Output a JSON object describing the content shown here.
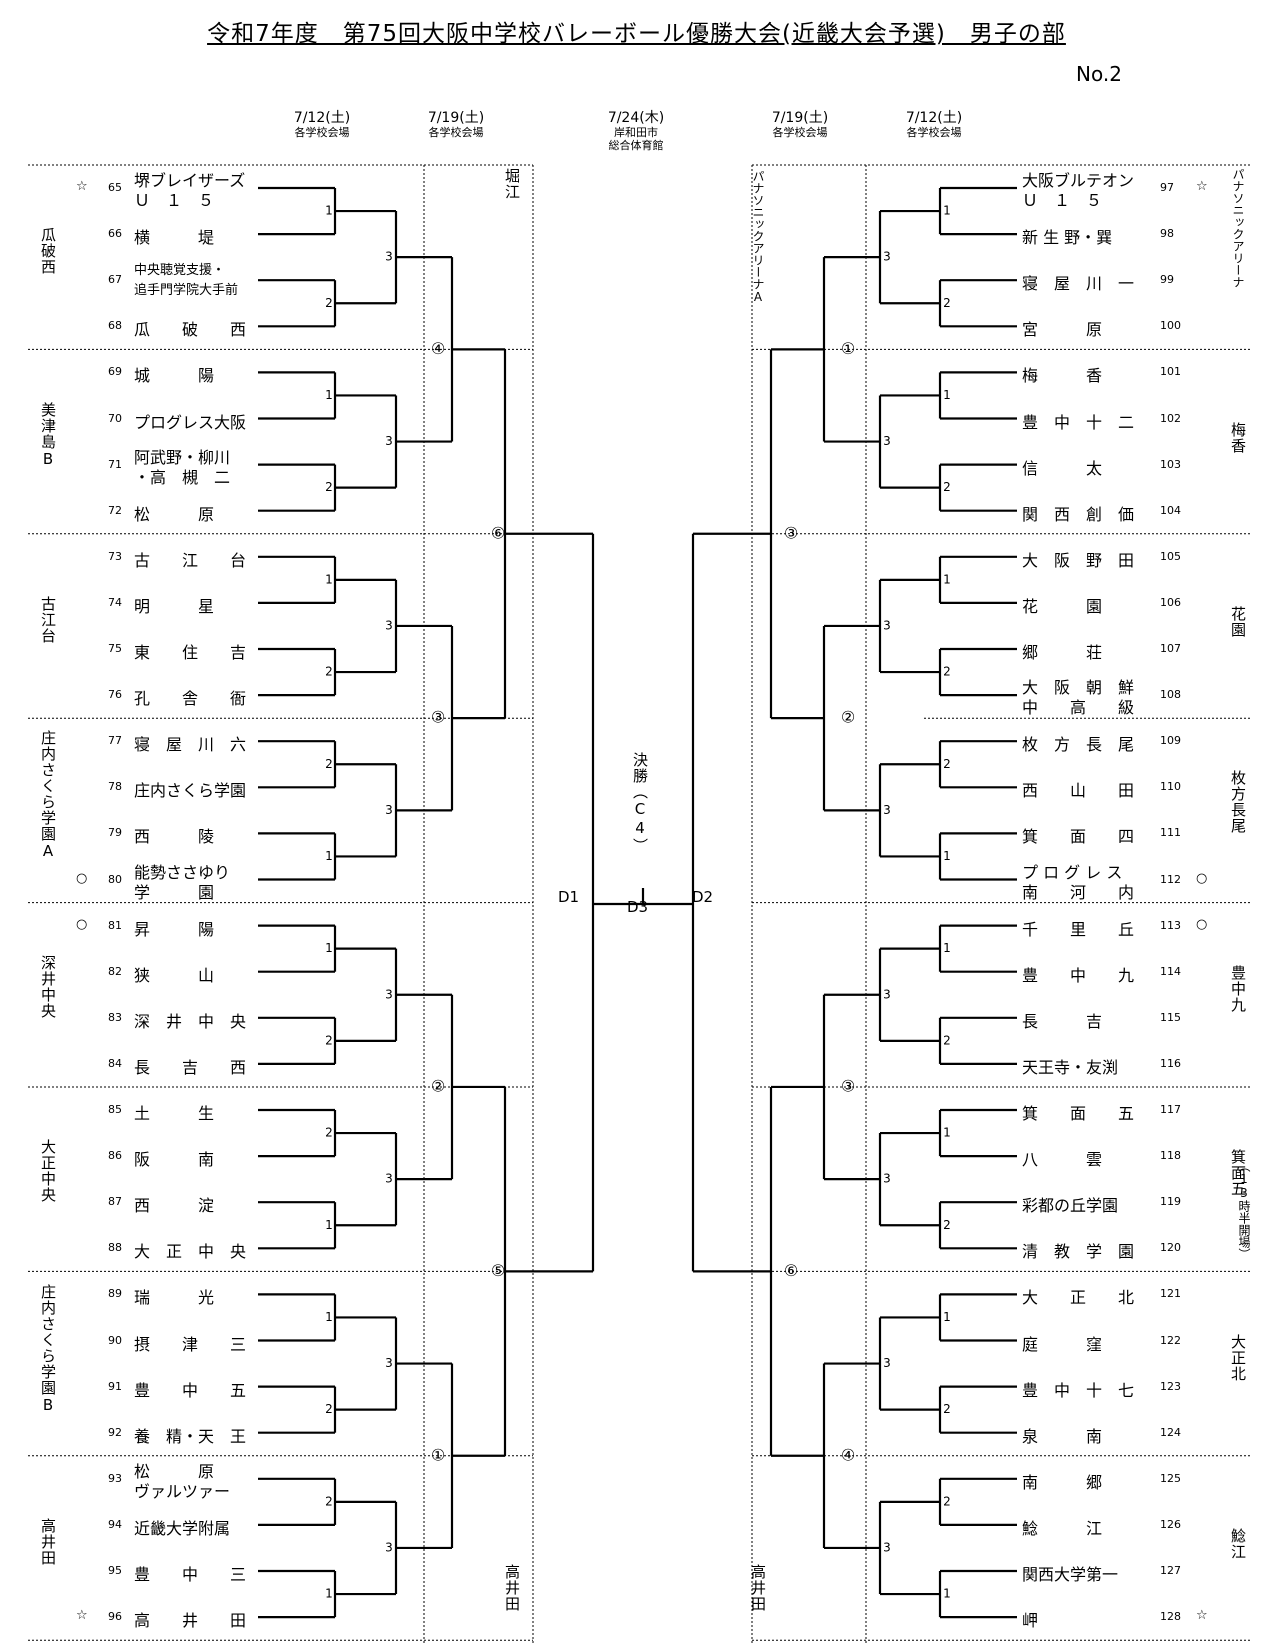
{
  "title": "令和7年度　第75回大阪中学校バレーボール優勝大会(近畿大会予選)　男子の部",
  "page_no": "No.2",
  "dates": {
    "left_r1": {
      "date": "7/12(土)",
      "venue": "各学校会場"
    },
    "left_r2": {
      "date": "7/19(土)",
      "venue": "各学校会場"
    },
    "center": {
      "date": "7/24(木)",
      "venue1": "岸和田市",
      "venue2": "総合体育館"
    },
    "right_r2": {
      "date": "7/19(土)",
      "venue": "各学校会場"
    },
    "right_r1": {
      "date": "7/12(土)",
      "venue": "各学校会場"
    }
  },
  "left_teams": [
    {
      "num": "65",
      "l1": "堺ブレイザーズ",
      "l2": "Ｕ　１　５",
      "mark": "☆"
    },
    {
      "num": "66",
      "l1": "横　　　堤"
    },
    {
      "num": "67",
      "l1": "中央聴覚支援・",
      "l2": "追手門学院大手前",
      "small": true
    },
    {
      "num": "68",
      "l1": "瓜　　破　　西"
    },
    {
      "num": "69",
      "l1": "城　　　陽"
    },
    {
      "num": "70",
      "l1": "プログレス大阪"
    },
    {
      "num": "71",
      "l1": "阿武野・柳川",
      "l2": "・高　槻　二"
    },
    {
      "num": "72",
      "l1": "松　　　原"
    },
    {
      "num": "73",
      "l1": "古　　江　　台"
    },
    {
      "num": "74",
      "l1": "明　　　星"
    },
    {
      "num": "75",
      "l1": "東　　住　　吉"
    },
    {
      "num": "76",
      "l1": "孔　　舎　　衙"
    },
    {
      "num": "77",
      "l1": "寝　屋　川　六"
    },
    {
      "num": "78",
      "l1": "庄内さくら学園"
    },
    {
      "num": "79",
      "l1": "西　　　陵"
    },
    {
      "num": "80",
      "l1": "能勢ささゆり",
      "l2": "学　　　園",
      "mark": "○"
    },
    {
      "num": "81",
      "l1": "昇　　　陽",
      "mark": "○"
    },
    {
      "num": "82",
      "l1": "狭　　　山"
    },
    {
      "num": "83",
      "l1": "深　井　中　央"
    },
    {
      "num": "84",
      "l1": "長　　吉　　西"
    },
    {
      "num": "85",
      "l1": "土　　　生"
    },
    {
      "num": "86",
      "l1": "阪　　　南"
    },
    {
      "num": "87",
      "l1": "西　　　淀"
    },
    {
      "num": "88",
      "l1": "大　正　中　央"
    },
    {
      "num": "89",
      "l1": "瑞　　　光"
    },
    {
      "num": "90",
      "l1": "摂　　津　　三"
    },
    {
      "num": "91",
      "l1": "豊　　中　　五"
    },
    {
      "num": "92",
      "l1": "養　精・天　王"
    },
    {
      "num": "93",
      "l1": "松　　　原",
      "l2": "ヴァルツァー"
    },
    {
      "num": "94",
      "l1": "近畿大学附属"
    },
    {
      "num": "95",
      "l1": "豊　　中　　三"
    },
    {
      "num": "96",
      "l1": "高　　井　　田",
      "mark": "☆"
    }
  ],
  "right_teams": [
    {
      "num": "97",
      "l1": "大阪ブルテオン",
      "l2": "Ｕ　１　５",
      "mark": "☆"
    },
    {
      "num": "98",
      "l1": "新 生 野・巽"
    },
    {
      "num": "99",
      "l1": "寝　屋　川　一"
    },
    {
      "num": "100",
      "l1": "宮　　　原"
    },
    {
      "num": "101",
      "l1": "梅　　　香"
    },
    {
      "num": "102",
      "l1": "豊　中　十　二"
    },
    {
      "num": "103",
      "l1": "信　　　太"
    },
    {
      "num": "104",
      "l1": "関　西　創　価"
    },
    {
      "num": "105",
      "l1": "大　阪　野　田"
    },
    {
      "num": "106",
      "l1": "花　　　園"
    },
    {
      "num": "107",
      "l1": "郷　　　荘"
    },
    {
      "num": "108",
      "l1": "大　阪　朝　鮮",
      "l2": "中　　高　　級"
    },
    {
      "num": "109",
      "l1": "枚　方　長　尾"
    },
    {
      "num": "110",
      "l1": "西　　山　　田"
    },
    {
      "num": "111",
      "l1": "箕　　面　　四"
    },
    {
      "num": "112",
      "l1": "プ ロ グ レ ス",
      "l2": "南　　河　　内",
      "mark": "○"
    },
    {
      "num": "113",
      "l1": "千　　里　　丘",
      "mark": "○"
    },
    {
      "num": "114",
      "l1": "豊　　中　　九"
    },
    {
      "num": "115",
      "l1": "長　　　吉"
    },
    {
      "num": "116",
      "l1": "天王寺・友渕"
    },
    {
      "num": "117",
      "l1": "箕　　面　　五"
    },
    {
      "num": "118",
      "l1": "八　　　雲"
    },
    {
      "num": "119",
      "l1": "彩都の丘学園"
    },
    {
      "num": "120",
      "l1": "清　教　学　園"
    },
    {
      "num": "121",
      "l1": "大　　正　　北"
    },
    {
      "num": "122",
      "l1": "庭　　　窪"
    },
    {
      "num": "123",
      "l1": "豊　中　十　七"
    },
    {
      "num": "124",
      "l1": "泉　　　南"
    },
    {
      "num": "125",
      "l1": "南　　　郷"
    },
    {
      "num": "126",
      "l1": "鯰　　　江"
    },
    {
      "num": "127",
      "l1": "関西大学第一"
    },
    {
      "num": "128",
      "l1": "岬",
      "mark": "☆"
    }
  ],
  "left_groups": [
    "瓜破西",
    "美津島B",
    "古江台",
    "庄内さくら学園A",
    "深井中央",
    "大正中央",
    "庄内さくら学園B",
    "高井田"
  ],
  "right_groups": [
    "パナソニックアリーナ",
    "梅香",
    "花園",
    "枚方長尾",
    "豊中九",
    "箕面五",
    "大正北",
    "鯰江"
  ],
  "right_group6_note": "（13時半開場）",
  "left_r1_labels": [
    "1",
    "2",
    "1",
    "2",
    "1",
    "2",
    "2",
    "1",
    "1",
    "2",
    "2",
    "1",
    "1",
    "2",
    "2",
    "1"
  ],
  "left_r2_labels": [
    "3",
    "3",
    "3",
    "3",
    "3",
    "3",
    "3",
    "3"
  ],
  "left_r3_labels": [
    "④",
    "③",
    "②",
    "①"
  ],
  "left_r4_labels": [
    "⑥",
    "⑤"
  ],
  "right_r1_labels": [
    "1",
    "2",
    "1",
    "2",
    "1",
    "2",
    "2",
    "1",
    "1",
    "2",
    "1",
    "2",
    "1",
    "2",
    "2",
    "1"
  ],
  "right_r2_labels": [
    "3",
    "3",
    "3",
    "3",
    "3",
    "3",
    "3",
    "3"
  ],
  "right_r3_labels": [
    "①",
    "②",
    "③",
    "④"
  ],
  "right_r4_labels": [
    "③",
    "⑥"
  ],
  "venue_left_top": "堀江",
  "venue_left_bottom": "高井田",
  "venue_right_top": "パナソニックアリーナA",
  "venue_right_bottom": "高井田",
  "final": {
    "label": "決勝（C4）",
    "d1": "D1",
    "d2": "D2",
    "d3": "D3"
  }
}
